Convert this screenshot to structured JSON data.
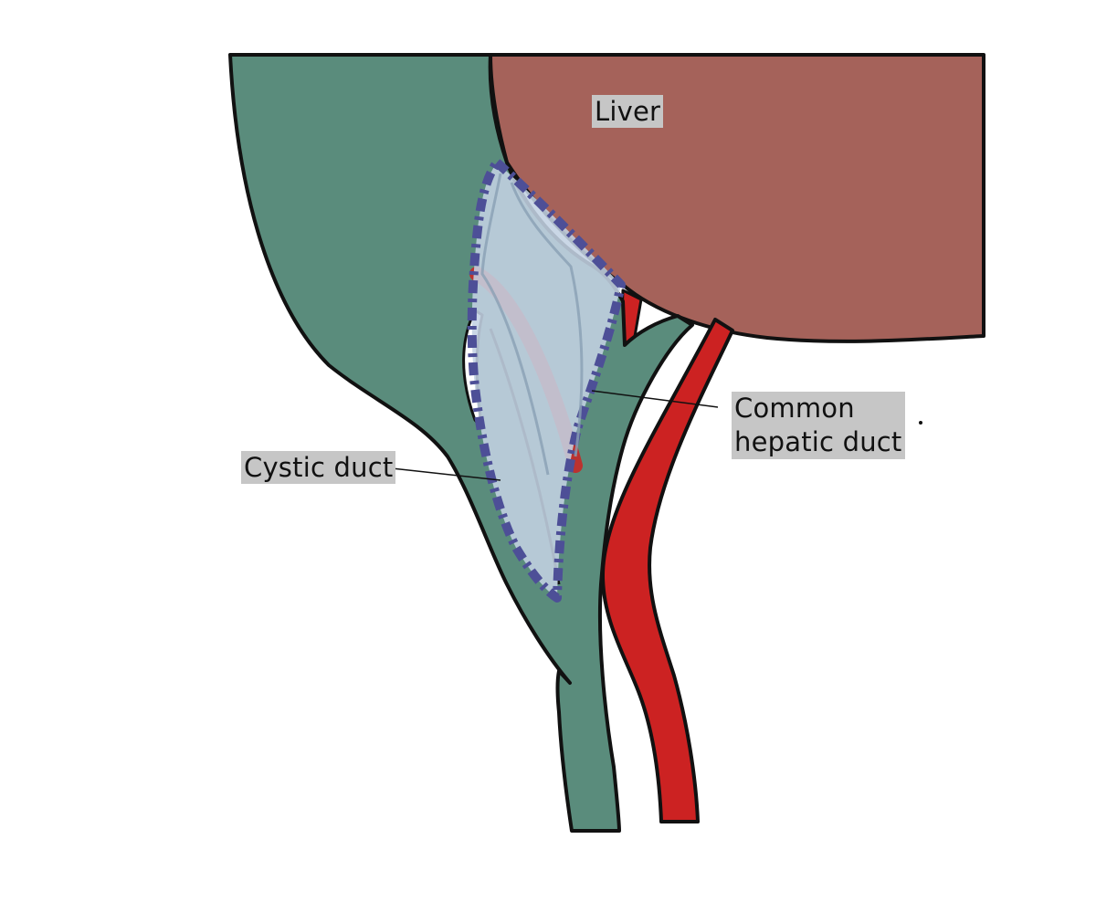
{
  "labels": {
    "liver": "Liver",
    "cystic_duct": "Cystic duct",
    "common_hepatic_duct_line1": "Common",
    "common_hepatic_duct_line2": "hepatic duct"
  },
  "colors": {
    "liver": "#a5625a",
    "duct": "#5a8c7c",
    "artery": "#cc2222",
    "outline": "#111111",
    "triangle_fill": "#c3d1e2",
    "triangle_border": "#4d4f97",
    "label_bg": "#c6c6c6"
  }
}
